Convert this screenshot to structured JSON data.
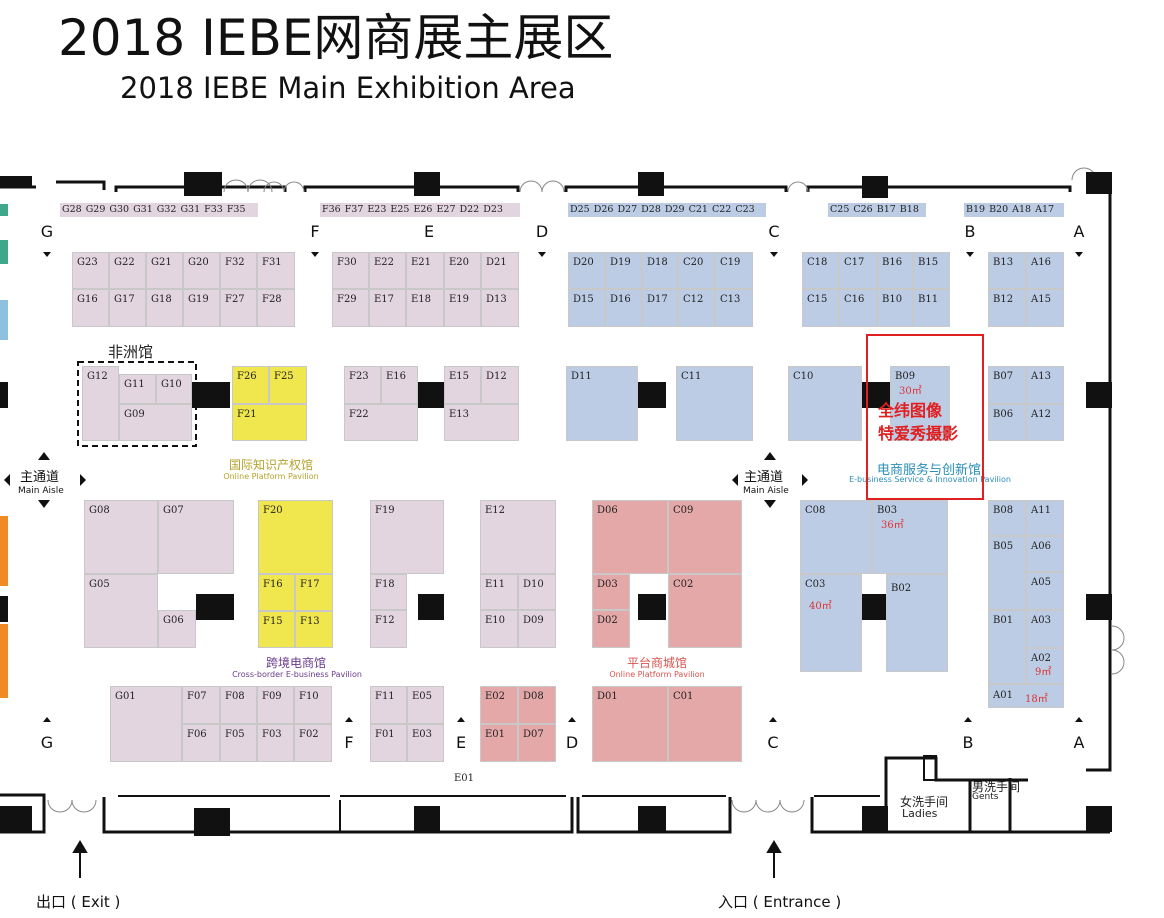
{
  "header": {
    "title_cn": "2018 IEBE网商展主展区",
    "title_en": "2018 IEBE Main Exhibition Area"
  },
  "colors": {
    "pink": "#e3d5e0",
    "blue": "#bccce5",
    "yellow": "#f0e64e",
    "red": "#e4a8a8",
    "highlight": "#e02020",
    "cyan_pavilion": "#2a8fb8"
  },
  "axes": {
    "G": "G",
    "F": "F",
    "E": "E",
    "D": "D",
    "C": "C",
    "B": "B",
    "A": "A"
  },
  "top_strip": {
    "group1": [
      "G28",
      "G29",
      "G30",
      "G31",
      "G32",
      "G31",
      "F33",
      "F35"
    ],
    "group2": [
      "F36",
      "F37",
      "E23",
      "E25",
      "E26",
      "E27",
      "D22",
      "D23"
    ],
    "group3": [
      "D25",
      "D26",
      "D27",
      "D28",
      "D29",
      "C21",
      "C22",
      "C23"
    ],
    "group4": [
      "C25",
      "C26",
      "B17",
      "B18"
    ],
    "group5": [
      "B19",
      "B20",
      "A18",
      "A17"
    ]
  },
  "booths": {
    "G23": "G23",
    "G22": "G22",
    "G21": "G21",
    "G20": "G20",
    "F32": "F32",
    "F31": "F31",
    "G16": "G16",
    "G17": "G17",
    "G18": "G18",
    "G19": "G19",
    "F27": "F27",
    "F28": "F28",
    "F30": "F30",
    "E22": "E22",
    "E21": "E21",
    "E20": "E20",
    "D21": "D21",
    "F29": "F29",
    "E17": "E17",
    "E18": "E18",
    "E19": "E19",
    "D13": "D13",
    "D20": "D20",
    "D19": "D19",
    "D18": "D18",
    "C20": "C20",
    "C19": "C19",
    "D15": "D15",
    "D16": "D16",
    "D17": "D17",
    "C12": "C12",
    "C13": "C13",
    "C18": "C18",
    "C17": "C17",
    "B16": "B16",
    "B15": "B15",
    "C15": "C15",
    "C16": "C16",
    "B10": "B10",
    "B11": "B11",
    "B13": "B13",
    "A16": "A16",
    "B12": "B12",
    "A15": "A15",
    "G12": "G12",
    "G11": "G11",
    "G10": "G10",
    "G09": "G09",
    "F26": "F26",
    "F25": "F25",
    "F21": "F21",
    "F23": "F23",
    "E16": "E16",
    "F22": "F22",
    "E15": "E15",
    "D12": "D12",
    "E13": "E13",
    "D11": "D11",
    "C11": "C11",
    "C10": "C10",
    "B09": "B09",
    "B07": "B07",
    "A13": "A13",
    "B06": "B06",
    "A12": "A12",
    "G08": "G08",
    "G07": "G07",
    "G05": "G05",
    "G06": "G06",
    "F20": "F20",
    "F16": "F16",
    "F17": "F17",
    "F15": "F15",
    "F13": "F13",
    "F19": "F19",
    "F18": "F18",
    "F12": "F12",
    "E12": "E12",
    "E11": "E11",
    "D10": "D10",
    "E10": "E10",
    "D09": "D09",
    "D06": "D06",
    "C09": "C09",
    "D03": "D03",
    "C02": "C02",
    "D02": "D02",
    "C08": "C08",
    "B03": "B03",
    "C03": "C03",
    "B02": "B02",
    "B08": "B08",
    "A11": "A11",
    "B05": "B05",
    "A06": "A06",
    "A05": "A05",
    "B01": "B01",
    "A03": "A03",
    "A02": "A02",
    "A01": "A01",
    "G01": "G01",
    "F07": "F07",
    "F08": "F08",
    "F09": "F09",
    "F10": "F10",
    "F06": "F06",
    "F05": "F05",
    "F03": "F03",
    "F02": "F02",
    "F11": "F11",
    "E05": "E05",
    "F01": "F01",
    "E03": "E03",
    "E02": "E02",
    "D08": "D08",
    "E01": "E01",
    "D07": "D07",
    "D01": "D01",
    "C01": "C01",
    "E01b": "E01"
  },
  "areas": {
    "B09": "30㎡",
    "B03": "36㎡",
    "C03": "40㎡",
    "A02": "9㎡",
    "A01": "18㎡"
  },
  "pavilions": {
    "africa_cn": "非洲馆",
    "ip_cn": "国际知识产权馆",
    "ip_en": "Online Platform Pavilion",
    "cross_cn": "跨境电商馆",
    "cross_en": "Cross-border E-business Pavilion",
    "platform_cn": "平台商城馆",
    "platform_en": "Online Platform Pavilion",
    "eservice_cn": "电商服务与创新馆",
    "eservice_en": "E-business Service & Innovation Pavilion"
  },
  "aisle": {
    "cn": "主通道",
    "en": "Main Aisle"
  },
  "facilities": {
    "ladies_cn": "女洗手间",
    "ladies_en": "Ladies",
    "gents_cn": "男洗手间",
    "gents_en": "Gents"
  },
  "exits": {
    "exit": "出口 ( Exit )",
    "entrance": "入口 ( Entrance )"
  },
  "highlight": {
    "line1": "全纬图像",
    "line2": "特爱秀摄影"
  }
}
